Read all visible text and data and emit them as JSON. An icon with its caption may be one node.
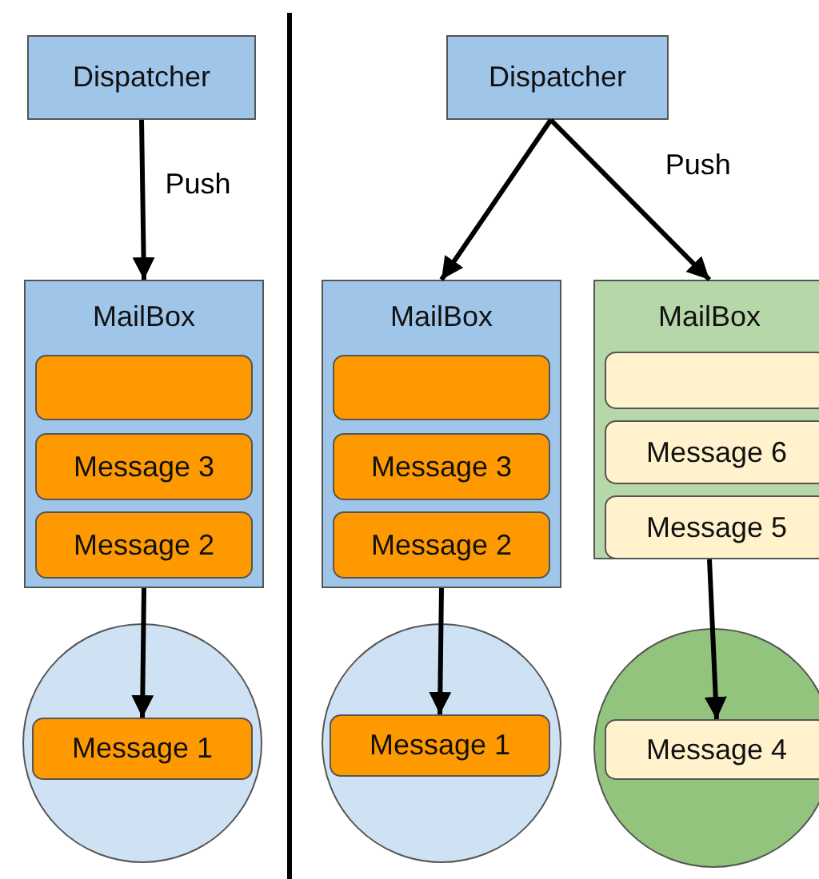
{
  "diagram": {
    "nodes": [
      {
        "text": [
          "Dispatcher"
        ]
      },
      {
        "text": [
          "MailBox"
        ]
      },
      {
        "text": [],
        "shape": "box",
        "in": 1
      },
      {
        "text": [
          "Message 3"
        ],
        "in": 1
      },
      {
        "text": [
          "Message 2"
        ],
        "in": 1
      },
      {
        "text": [],
        "shape": "circle"
      },
      {
        "text": [
          "Message 1"
        ],
        "in": 5
      },
      {
        "text": [
          "Dispatcher"
        ]
      },
      {
        "text": [
          "MailBox"
        ]
      },
      {
        "text": [],
        "shape": "box",
        "in": 8
      },
      {
        "text": [
          "Message 3"
        ],
        "in": 8
      },
      {
        "text": [
          "Message 2"
        ],
        "in": 8
      },
      {
        "text": [],
        "shape": "circle"
      },
      {
        "text": [
          "Message 1"
        ],
        "in": 12
      },
      {
        "text": [
          "MailBox"
        ]
      },
      {
        "text": [],
        "shape": "box",
        "in": 14
      },
      {
        "text": [
          "Message 6"
        ],
        "in": 14
      },
      {
        "text": [
          "Message 5"
        ],
        "in": 14
      },
      {
        "text": [],
        "shape": "circle"
      },
      {
        "text": [
          "Message 4"
        ],
        "in": 18
      }
    ],
    "edges": [
      {
        "from": 0,
        "to": 1,
        "arrow": "to",
        "label": "Push"
      },
      {
        "from": 7,
        "to": 8,
        "arrow": "to"
      },
      {
        "from": 7,
        "to": 14,
        "arrow": "to",
        "label": "Push"
      },
      {
        "from": 1,
        "to": 6,
        "arrow": "to"
      },
      {
        "from": 8,
        "to": 13,
        "arrow": "to"
      },
      {
        "from": 14,
        "to": 19,
        "arrow": "to"
      }
    ]
  }
}
